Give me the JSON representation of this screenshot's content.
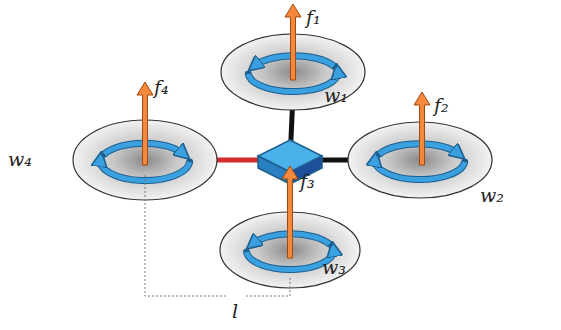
{
  "diagram": {
    "labels": [
      "f₁",
      "w₁",
      "f₂",
      "w₂",
      "f₃",
      "w₃",
      "f₄",
      "w₄",
      "l"
    ]
  }
}
